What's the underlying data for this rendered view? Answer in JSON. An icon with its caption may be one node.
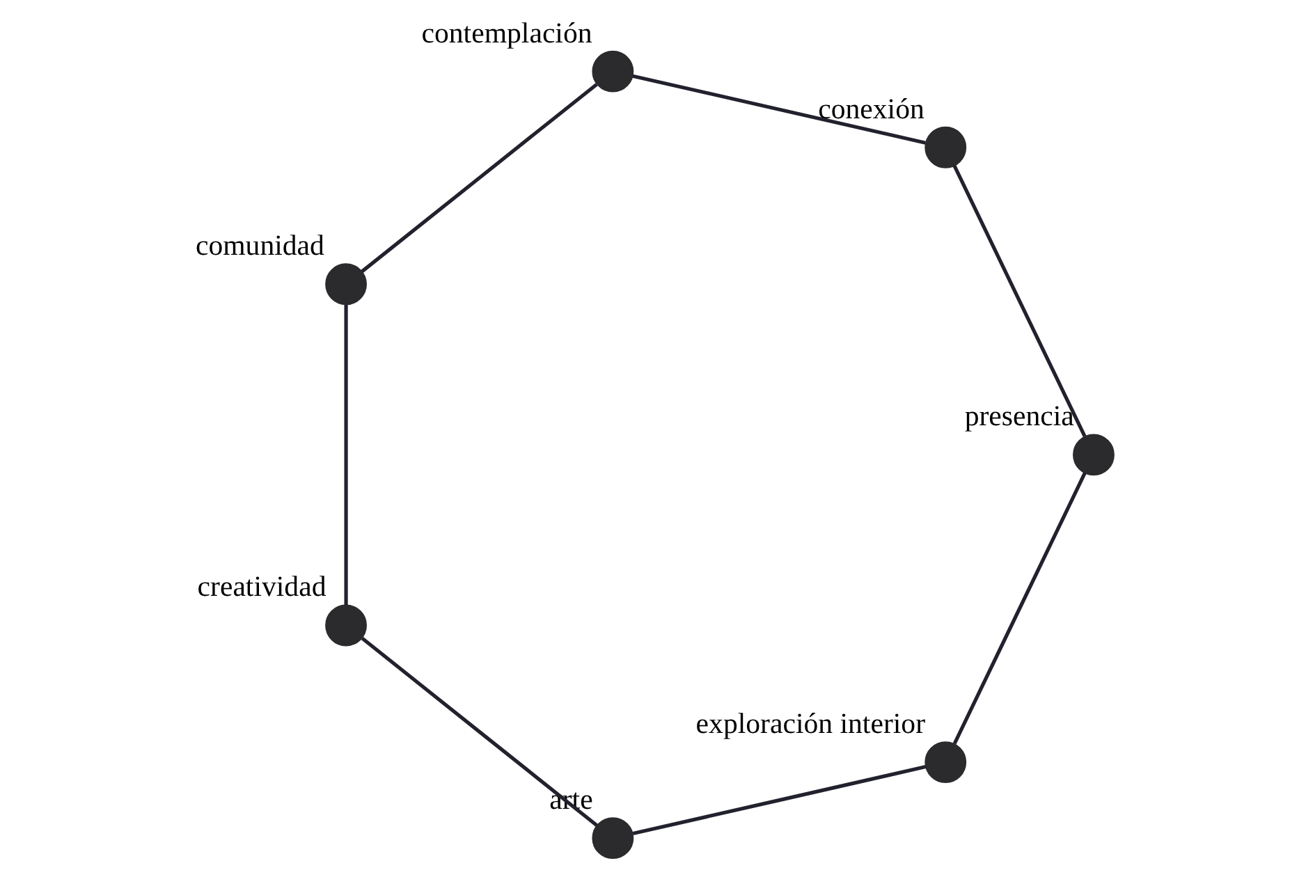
{
  "diagram": {
    "nodes": [
      {
        "text": [
          "exploración interior"
        ]
      },
      {
        "text": [
          "presencia"
        ]
      },
      {
        "text": [
          "arte"
        ]
      },
      {
        "text": [
          "conexión"
        ]
      },
      {
        "text": [
          "creatividad"
        ]
      },
      {
        "text": [
          "contemplación"
        ]
      },
      {
        "text": [
          "comunidad"
        ]
      }
    ],
    "edges": [
      {
        "from": 0,
        "to": 2,
        "arrow": "none"
      },
      {
        "from": 2,
        "to": 4,
        "arrow": "none"
      },
      {
        "from": 4,
        "to": 6,
        "arrow": "none"
      },
      {
        "from": 6,
        "to": 5,
        "arrow": "none"
      },
      {
        "from": 5,
        "to": 3,
        "arrow": "none"
      },
      {
        "from": 3,
        "to": 1,
        "arrow": "none"
      },
      {
        "from": 1,
        "to": 0,
        "arrow": "none"
      }
    ]
  }
}
